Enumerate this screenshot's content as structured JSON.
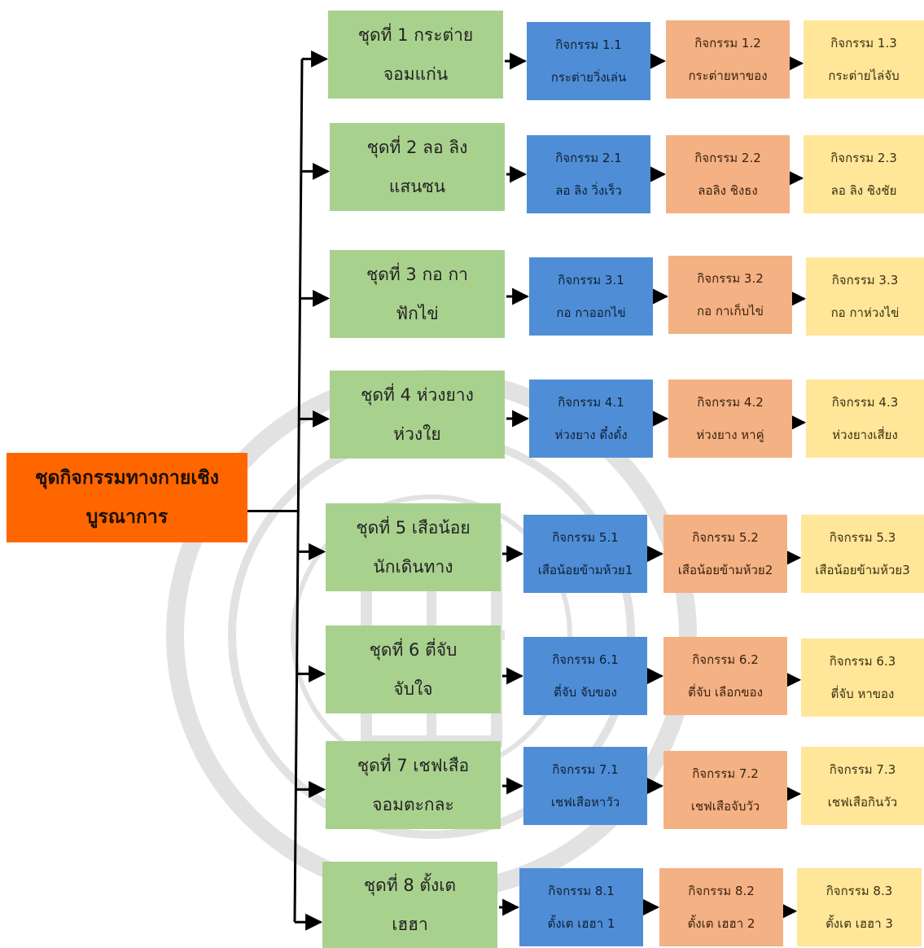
{
  "root": {
    "line1": "ชุดกิจกรรมทางกายเชิง",
    "line2": "บูรณาการ"
  },
  "sets": [
    {
      "title": "ชุดที่ 1 กระต่าย",
      "subtitle": "จอมแก่น",
      "activities": [
        {
          "code": "กิจกรรม 1.1",
          "name": "กระต่ายวิ่งเล่น"
        },
        {
          "code": "กิจกรรม 1.2",
          "name": "กระต่ายหาของ"
        },
        {
          "code": "กิจกรรม 1.3",
          "name": "กระต่ายไล่จับ"
        }
      ]
    },
    {
      "title": "ชุดที่ 2 ลอ ลิง",
      "subtitle": "แสนซน",
      "activities": [
        {
          "code": "กิจกรรม 2.1",
          "name": "ลอ ลิง วิ่งเร็ว"
        },
        {
          "code": "กิจกรรม 2.2",
          "name": "ลอลิง ชิงธง"
        },
        {
          "code": "กิจกรรม 2.3",
          "name": "ลอ ลิง ชิงชัย"
        }
      ]
    },
    {
      "title": "ชุดที่ 3 กอ กา",
      "subtitle": "ฟักไข่",
      "activities": [
        {
          "code": "กิจกรรม 3.1",
          "name": "กอ กาออกไข่"
        },
        {
          "code": "กิจกรรม 3.2",
          "name": "กอ กาเก็บไข่"
        },
        {
          "code": "กิจกรรม 3.3",
          "name": "กอ กาห่วงไข่"
        }
      ]
    },
    {
      "title": "ชุดที่ 4 ห่วงยาง",
      "subtitle": "ห่วงใย",
      "activities": [
        {
          "code": "กิจกรรม 4.1",
          "name": "ห่วงยาง ดึ๋งดั๋ง"
        },
        {
          "code": "กิจกรรม 4.2",
          "name": "ห่วงยาง หาคู่"
        },
        {
          "code": "กิจกรรม 4.3",
          "name": "ห่วงยางเสี่ยง"
        }
      ]
    },
    {
      "title": "ชุดที่ 5 เสือน้อย",
      "subtitle": "นักเดินทาง",
      "activities": [
        {
          "code": "กิจกรรม 5.1",
          "name": "เสือน้อยข้ามห้วย1"
        },
        {
          "code": "กิจกรรม 5.2",
          "name": "เสือน้อยข้ามห้วย2"
        },
        {
          "code": "กิจกรรม 5.3",
          "name": "เสือน้อยข้ามห้วย3"
        }
      ]
    },
    {
      "title": "ชุดที่ 6 ตี่จับ",
      "subtitle": "จับใจ",
      "activities": [
        {
          "code": "กิจกรรม 6.1",
          "name": "ตี่จับ จับของ"
        },
        {
          "code": "กิจกรรม 6.2",
          "name": "ตี่จับ เลือกของ"
        },
        {
          "code": "กิจกรรม 6.3",
          "name": "ตี่จับ หาของ"
        }
      ]
    },
    {
      "title": "ชุดที่ 7 เชฟเสือ",
      "subtitle": "จอมตะกละ",
      "activities": [
        {
          "code": "กิจกรรม 7.1",
          "name": "เชฟเสือหาวัว"
        },
        {
          "code": "กิจกรรม 7.2",
          "name": "เชฟเสือจับวัว"
        },
        {
          "code": "กิจกรรม 7.3",
          "name": "เชฟเสือกินวัว"
        }
      ]
    },
    {
      "title": "ชุดที่ 8 ตั้งเต",
      "subtitle": "เฮฮา",
      "activities": [
        {
          "code": "กิจกรรม 8.1",
          "name": "ตั้งเต เฮฮา 1"
        },
        {
          "code": "กิจกรรม 8.2",
          "name": "ตั้งเต เฮฮา 2"
        },
        {
          "code": "กิจกรรม 8.3",
          "name": "ตั้งเต เฮฮา 3"
        }
      ]
    }
  ],
  "colors": {
    "root": "#ff6600",
    "set": "#a9d18e",
    "activity_1": "#4f8ed6",
    "activity_2": "#f4b183",
    "activity_3": "#ffe699",
    "connector": "#000000"
  }
}
